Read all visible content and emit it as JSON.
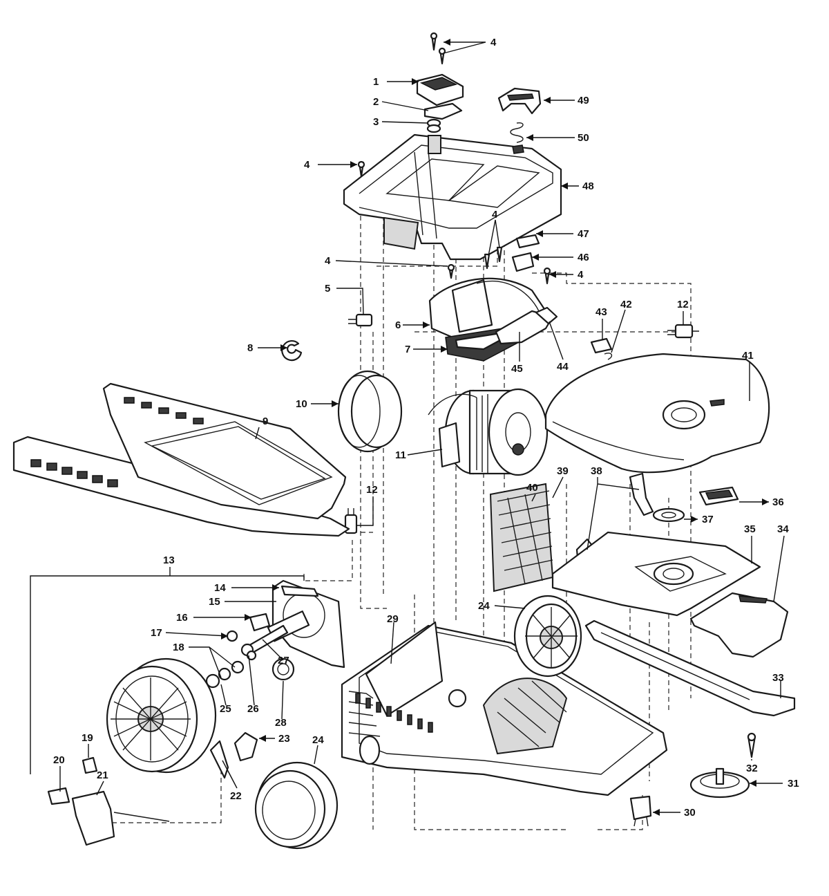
{
  "diagram": {
    "callouts": [
      {
        "id": "c4a",
        "label": "4"
      },
      {
        "id": "c1",
        "label": "1"
      },
      {
        "id": "c2",
        "label": "2"
      },
      {
        "id": "c3",
        "label": "3"
      },
      {
        "id": "c49",
        "label": "49"
      },
      {
        "id": "c50",
        "label": "50"
      },
      {
        "id": "c4b",
        "label": "4"
      },
      {
        "id": "c48",
        "label": "48"
      },
      {
        "id": "c4c",
        "label": "4"
      },
      {
        "id": "c47",
        "label": "47"
      },
      {
        "id": "c4d",
        "label": "4"
      },
      {
        "id": "c46",
        "label": "46"
      },
      {
        "id": "c4e",
        "label": "4"
      },
      {
        "id": "c5",
        "label": "5"
      },
      {
        "id": "c12a",
        "label": "12"
      },
      {
        "id": "c6",
        "label": "6"
      },
      {
        "id": "c7",
        "label": "7"
      },
      {
        "id": "c45",
        "label": "45"
      },
      {
        "id": "c44",
        "label": "44"
      },
      {
        "id": "c43",
        "label": "43"
      },
      {
        "id": "c42",
        "label": "42"
      },
      {
        "id": "c8",
        "label": "8"
      },
      {
        "id": "c41",
        "label": "41"
      },
      {
        "id": "c10",
        "label": "10"
      },
      {
        "id": "c9",
        "label": "9"
      },
      {
        "id": "c11",
        "label": "11"
      },
      {
        "id": "c38",
        "label": "38"
      },
      {
        "id": "c39",
        "label": "39"
      },
      {
        "id": "c40",
        "label": "40"
      },
      {
        "id": "c36",
        "label": "36"
      },
      {
        "id": "c37",
        "label": "37"
      },
      {
        "id": "c12b",
        "label": "12"
      },
      {
        "id": "c35",
        "label": "35"
      },
      {
        "id": "c34",
        "label": "34"
      },
      {
        "id": "c13",
        "label": "13"
      },
      {
        "id": "c14",
        "label": "14"
      },
      {
        "id": "c15",
        "label": "15"
      },
      {
        "id": "c16",
        "label": "16"
      },
      {
        "id": "c24a",
        "label": "24"
      },
      {
        "id": "c29",
        "label": "29"
      },
      {
        "id": "c17",
        "label": "17"
      },
      {
        "id": "c18",
        "label": "18"
      },
      {
        "id": "c27",
        "label": "27"
      },
      {
        "id": "c25",
        "label": "25"
      },
      {
        "id": "c26",
        "label": "26"
      },
      {
        "id": "c28",
        "label": "28"
      },
      {
        "id": "c33",
        "label": "33"
      },
      {
        "id": "c19",
        "label": "19"
      },
      {
        "id": "c23",
        "label": "23"
      },
      {
        "id": "c32",
        "label": "32"
      },
      {
        "id": "c24b",
        "label": "24"
      },
      {
        "id": "c31",
        "label": "31"
      },
      {
        "id": "c20",
        "label": "20"
      },
      {
        "id": "c21",
        "label": "21"
      },
      {
        "id": "c22",
        "label": "22"
      },
      {
        "id": "c30",
        "label": "30"
      }
    ]
  }
}
